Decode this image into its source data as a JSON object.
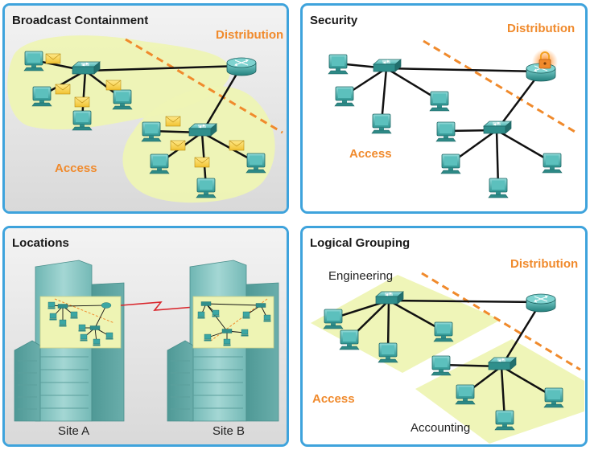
{
  "panels": {
    "broadcast": {
      "title": "Broadcast Containment",
      "distribution_label": "Distribution",
      "access_label": "Access"
    },
    "security": {
      "title": "Security",
      "distribution_label": "Distribution",
      "access_label": "Access"
    },
    "locations": {
      "title": "Locations",
      "site_a_label": "Site A",
      "site_b_label": "Site B"
    },
    "logical": {
      "title": "Logical Grouping",
      "distribution_label": "Distribution",
      "access_label": "Access",
      "group1_label": "Engineering",
      "group2_label": "Accounting"
    }
  },
  "colors": {
    "panel_border": "#3ea3dc",
    "accent_orange": "#f08a2c",
    "zone_yellow": "#eef4b4",
    "device_teal": "#3ba7a4",
    "building_teal": "#8cc8c5",
    "wan_link_red": "#d9262c"
  }
}
